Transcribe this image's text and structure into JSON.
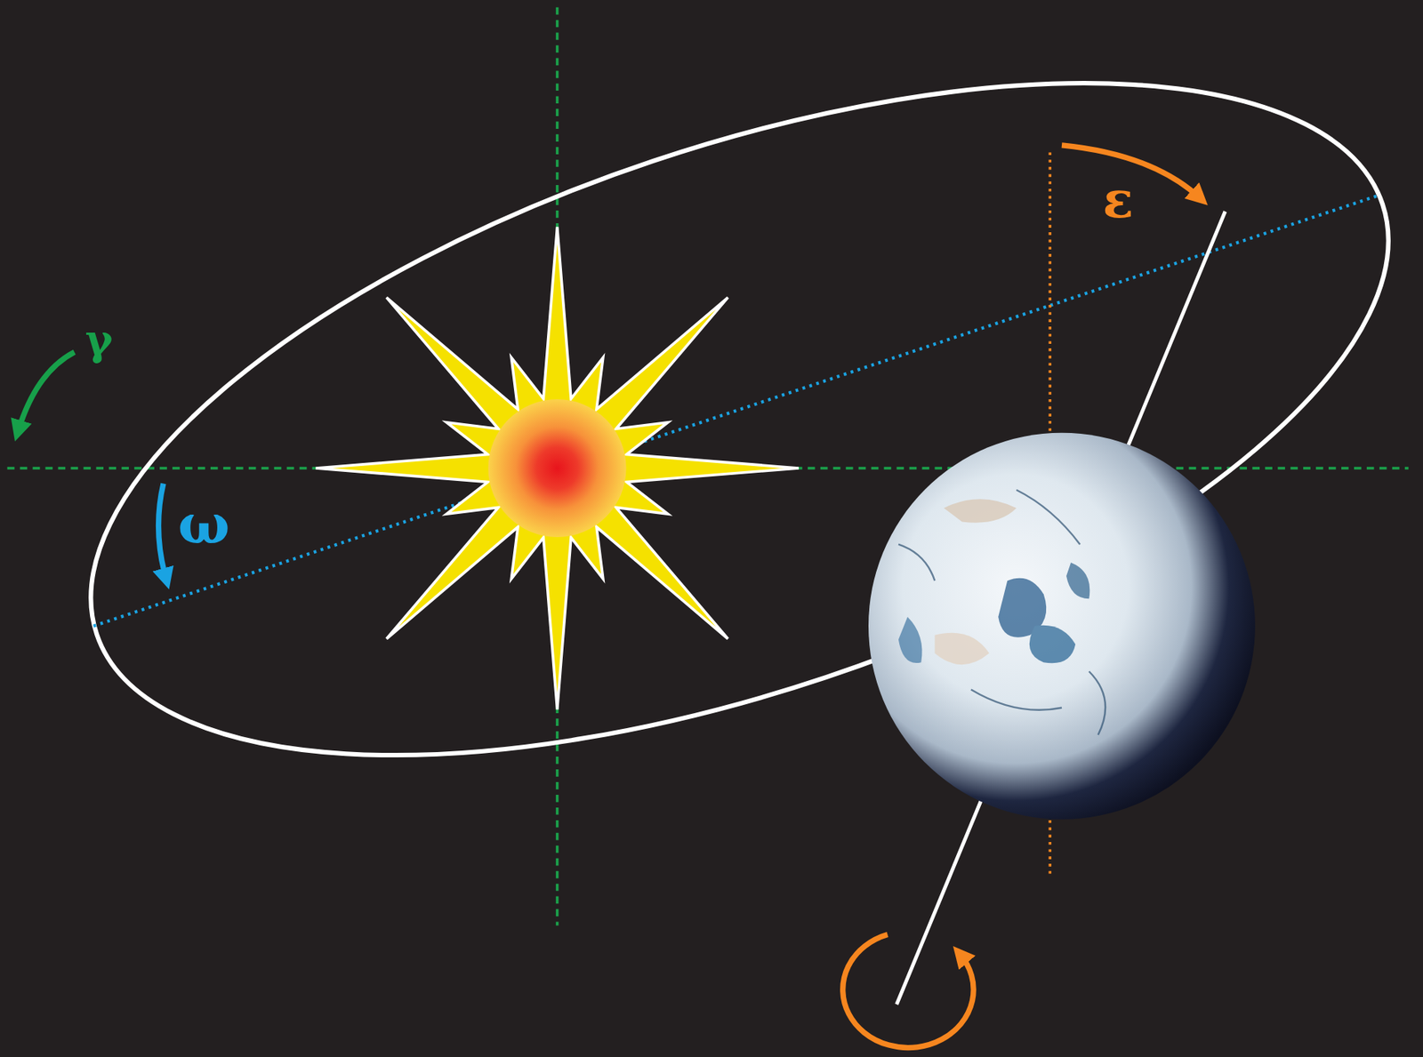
{
  "diagram": {
    "labels": [
      "γ",
      "ω",
      "ε"
    ]
  }
}
